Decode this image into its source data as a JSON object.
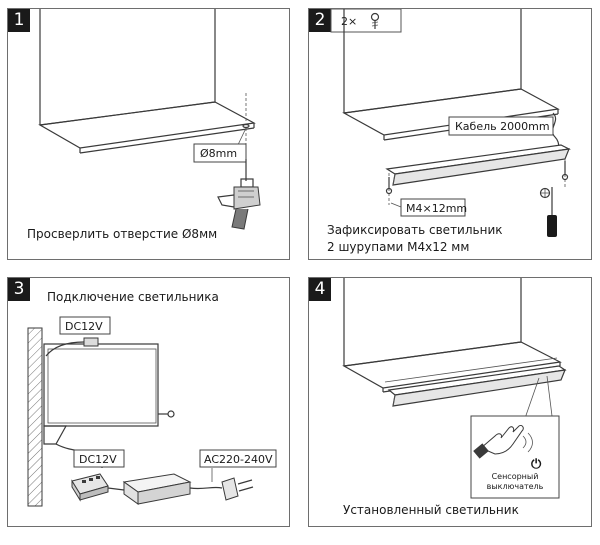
{
  "steps": [
    {
      "number": "1",
      "dimension_label": "Ø8mm",
      "caption": "Просверлить отверстие Ø8мм"
    },
    {
      "number": "2",
      "screw_count": "2×",
      "cable_label": "Кабель 2000mm",
      "screw_label": "M4×12mm",
      "caption_line1": "Зафиксировать светильник",
      "caption_line2": "2 шурупами M4x12 мм"
    },
    {
      "number": "3",
      "title": "Подключение светильника",
      "dc_label_top": "DC12V",
      "dc_label_bottom": "DC12V",
      "ac_label": "AC220-240V"
    },
    {
      "number": "4",
      "power_symbol": "⏻",
      "sensor_line1": "Сенсорный",
      "sensor_line2": "выключатель",
      "caption": "Установленный светильник"
    }
  ]
}
